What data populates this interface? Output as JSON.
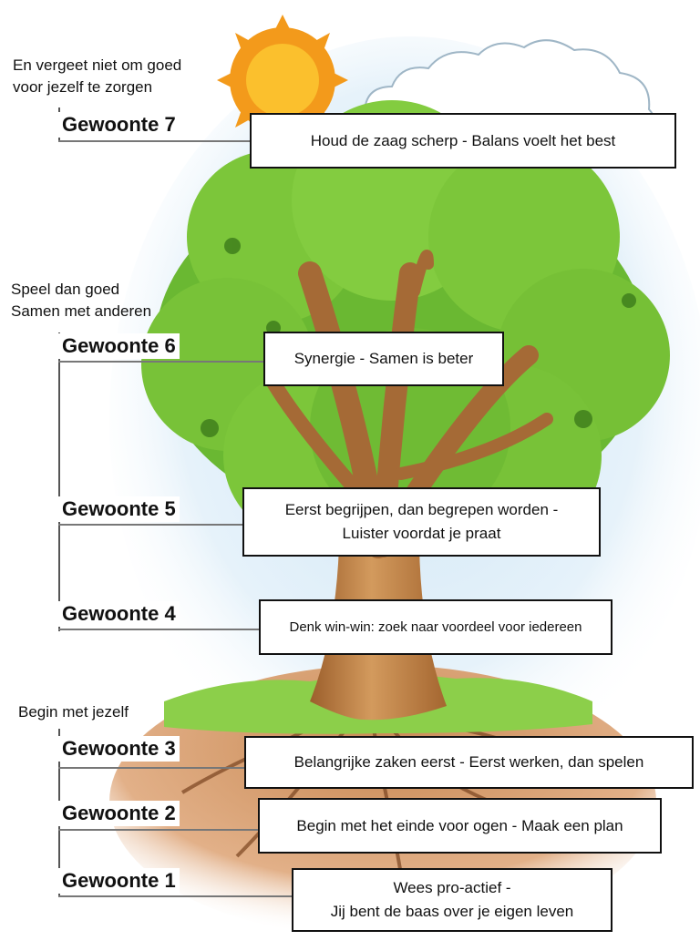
{
  "groups": {
    "top": {
      "lines": [
        "En vergeet niet om goed",
        "voor jezelf te zorgen"
      ]
    },
    "middle": {
      "lines": [
        "Speel dan goed",
        "Samen met anderen"
      ]
    },
    "bottom": {
      "lines": [
        "Begin met jezelf"
      ]
    }
  },
  "habits": [
    {
      "label": "Gewoonte 7",
      "box_lines": [
        "Houd de zaag scherp - Balans voelt het best"
      ]
    },
    {
      "label": "Gewoonte 6",
      "box_lines": [
        "Synergie - Samen is beter"
      ]
    },
    {
      "label": "Gewoonte 5",
      "box_lines": [
        "Eerst begrijpen, dan begrepen worden -",
        "Luister voordat je praat"
      ]
    },
    {
      "label": "Gewoonte 4",
      "box_lines": [
        "Denk win-win: zoek naar voordeel voor iedereen"
      ]
    },
    {
      "label": "Gewoonte 3",
      "box_lines": [
        "Belangrijke zaken eerst - Eerst werken, dan spelen"
      ]
    },
    {
      "label": "Gewoonte 2",
      "box_lines": [
        "Begin met het einde voor ogen - Maak een plan"
      ]
    },
    {
      "label": "Gewoonte 1",
      "box_lines": [
        "Wees pro-actief -",
        "Jij bent de baas over je eigen leven"
      ]
    }
  ],
  "colors": {
    "sky": "#d7ebf7",
    "sun": "#f39a1b",
    "sun_core": "#fbc02d",
    "leaves": "#7cc63a",
    "leaves_dark": "#4e9a24",
    "trunk": "#c8894e",
    "trunk_dark": "#8a5428",
    "grass": "#8ccf4a",
    "soil": "#d9a06e"
  }
}
